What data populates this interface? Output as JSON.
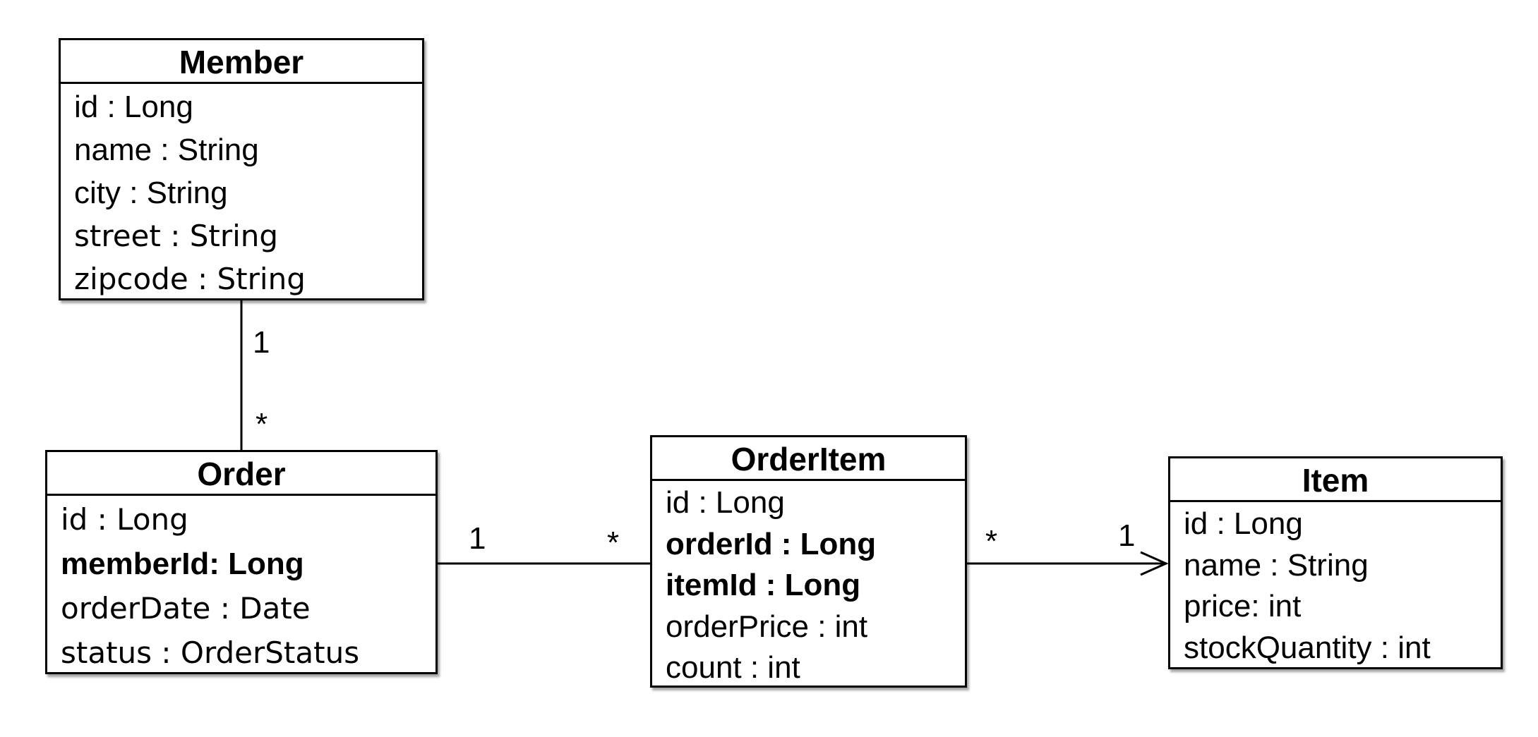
{
  "entities": {
    "member": {
      "name": "Member",
      "attributes": [
        "id : Long",
        "name : String",
        "city : String",
        "street : String",
        "zipcode : String"
      ]
    },
    "order": {
      "name": "Order",
      "attributes": [
        "id : Long",
        "memberId: Long",
        "orderDate : Date",
        "status : OrderStatus"
      ]
    },
    "orderitem": {
      "name": "OrderItem",
      "attributes": [
        "id : Long",
        "orderId : Long",
        "itemId : Long",
        "orderPrice : int",
        "count : int"
      ]
    },
    "item": {
      "name": "Item",
      "attributes": [
        "id : Long",
        "name : String",
        "price: int",
        "stockQuantity : int"
      ]
    }
  },
  "relations": {
    "member_order": {
      "from_mult": "1",
      "to_mult": "*"
    },
    "order_orderitem": {
      "from_mult": "1",
      "to_mult": "*"
    },
    "orderitem_item": {
      "from_mult": "*",
      "to_mult": "1"
    }
  }
}
